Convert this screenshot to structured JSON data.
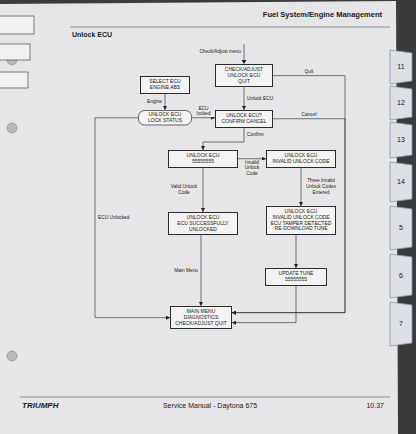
{
  "diagram": {
    "title": "Unlock ECU",
    "nodes": [
      {
        "text": [
          "SELECT ECU",
          "ENGINE ABS"
        ]
      },
      {
        "text": [
          "CHECK/ADJUST",
          "UNLOCK ECU",
          "QUIT"
        ]
      },
      {
        "text": [
          "UNLOCK ECU",
          "LOCK STATUS"
        ]
      },
      {
        "text": [
          "UNLOCK ECU?",
          "CONFIRM CANCEL"
        ]
      },
      {
        "text": [
          "UNLOCK ECU",
          "55555555"
        ]
      },
      {
        "text": [
          "UNLOCK ECU",
          "INVALID UNLOCK CODE"
        ]
      },
      {
        "text": [
          "UNLOCK ECU",
          "ECU SUCCESSFULLY UNLOCKED"
        ]
      },
      {
        "text": [
          "UNLOCK ECU",
          "INVALID UNLOCK CODE ECU TAMPER DETECTED RE-DOWNLOAD TUNE"
        ]
      },
      {
        "text": [
          "UPDATE TUNE",
          "55555555"
        ]
      },
      {
        "text": [
          "MAIN MENU",
          "DIAGNOSTICS CHECK/ADJUST QUIT"
        ]
      }
    ],
    "edges": [
      {
        "from": 0,
        "to": 2,
        "label": "Engine",
        "arrow": "to"
      },
      {
        "from": 1,
        "to": 3,
        "label": "Unlock ECU",
        "arrow": "to"
      },
      {
        "from": 1,
        "to": 9,
        "label": "Quit",
        "arrow": "to"
      },
      {
        "from": 2,
        "to": 3,
        "label": "ECU locked",
        "arrow": "to"
      },
      {
        "from": 3,
        "to": 9,
        "label": "Cancel",
        "arrow": "to"
      },
      {
        "from": 3,
        "to": 4,
        "label": "Confirm",
        "arrow": "to"
      },
      {
        "from": 4,
        "to": 5,
        "label": "Invalid Unlock Code",
        "arrow": "to"
      },
      {
        "from": 4,
        "to": 6,
        "label": "Valid Unlock Code",
        "arrow": "to"
      },
      {
        "from": 5,
        "to": 7,
        "label": "Three Invalid Unlock Codes Entered",
        "arrow": "to"
      },
      {
        "from": 7,
        "to": 8,
        "arrow": "to"
      },
      {
        "from": 6,
        "to": 9,
        "label": "Main Menu",
        "arrow": "to"
      },
      {
        "from": 2,
        "to": 9,
        "label": "ECU Unlocked",
        "arrow": "to"
      },
      {
        "from": 8,
        "to": 9,
        "arrow": "to"
      }
    ],
    "labels": [
      "Fuel System/Engine Management",
      "Check/Adjust menu",
      "TRIUMPH",
      "Service Manual - Daytona 675",
      "10.37",
      "11",
      "12",
      "13",
      "14",
      "5",
      "6",
      "7"
    ]
  }
}
